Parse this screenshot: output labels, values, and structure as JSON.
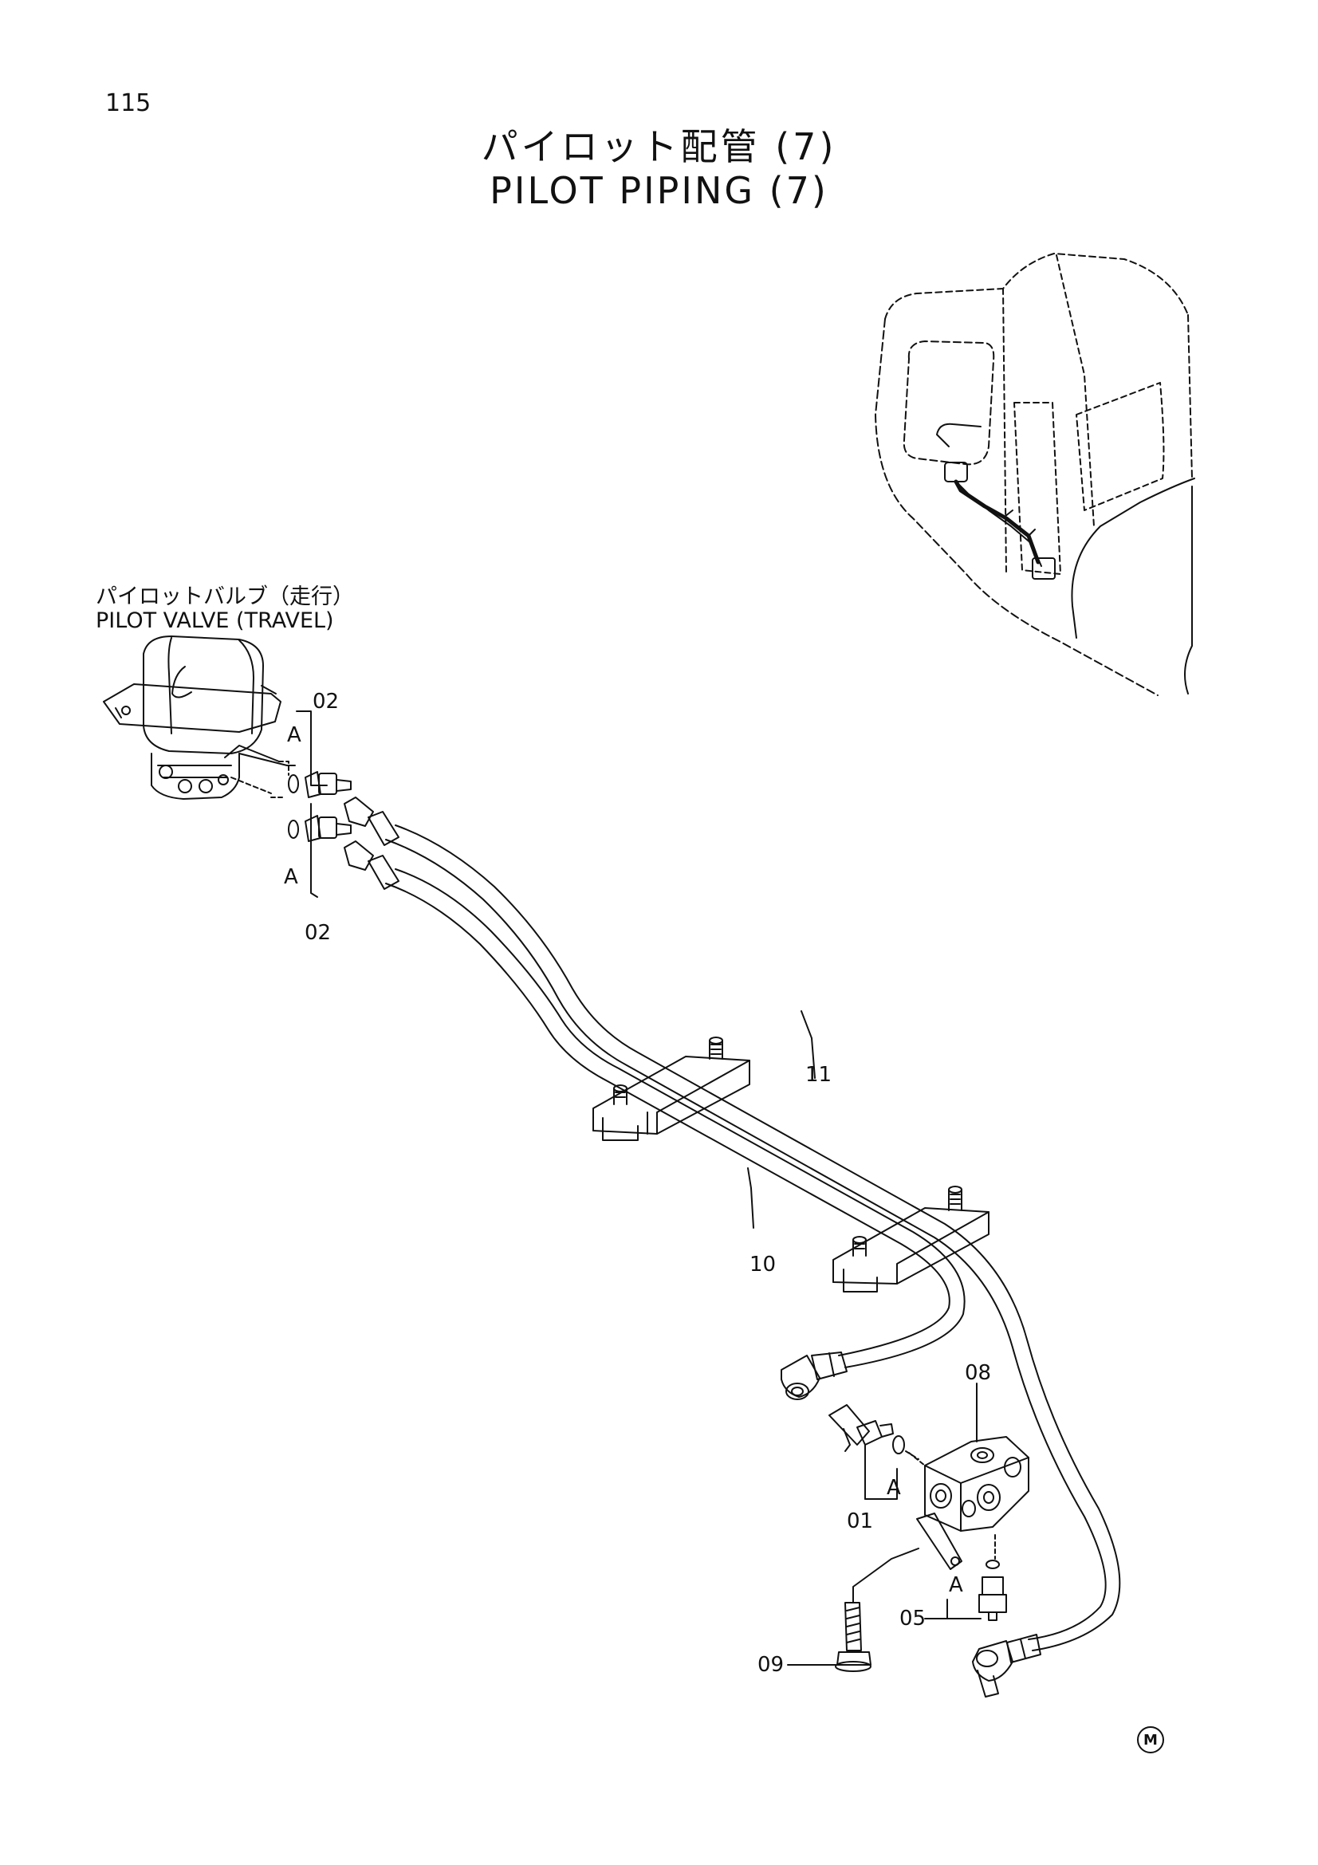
{
  "page_number": "115",
  "title": {
    "japanese": "パイロット配管 (7)",
    "english": "PILOT PIPING (7)"
  },
  "callout": {
    "japanese": "パイロットバルブ（走行）",
    "english": "PILOT VALVE (TRAVEL)"
  },
  "part_labels": {
    "p01": "01",
    "p02_top": "02",
    "p02_bottom": "02",
    "p05": "05",
    "p08": "08",
    "p09": "09",
    "p10": "10",
    "p11": "11"
  },
  "detail_marks": {
    "a_top": "A",
    "a_bottom": "A",
    "a_valve": "A",
    "a_fitting": "A"
  },
  "mark": "M"
}
